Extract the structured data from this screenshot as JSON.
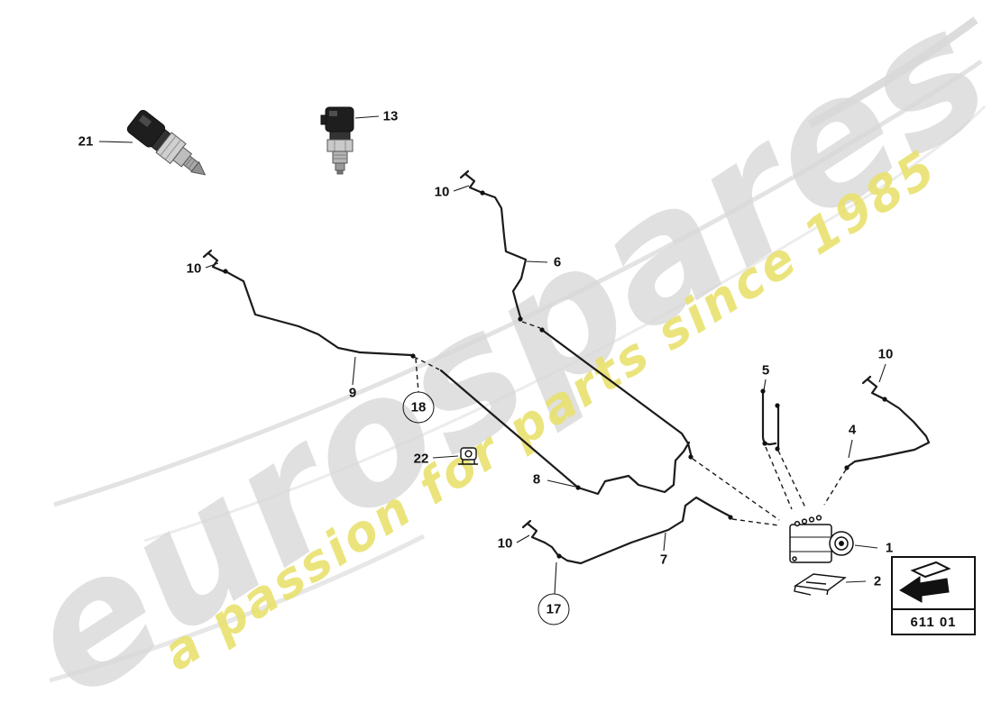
{
  "watermark": {
    "brand": "eurospares",
    "tagline": "a passion for parts since 1985"
  },
  "legend": {
    "code": "611 01",
    "icon": "direction-arrow-icon"
  },
  "labels": [
    {
      "id": "21",
      "text": "21"
    },
    {
      "id": "13",
      "text": "13"
    },
    {
      "id": "10-top",
      "text": "10"
    },
    {
      "id": "6",
      "text": "6"
    },
    {
      "id": "10-left",
      "text": "10"
    },
    {
      "id": "9",
      "text": "9"
    },
    {
      "id": "18",
      "text": "18"
    },
    {
      "id": "22",
      "text": "22"
    },
    {
      "id": "8",
      "text": "8"
    },
    {
      "id": "5",
      "text": "5"
    },
    {
      "id": "4",
      "text": "4"
    },
    {
      "id": "10-right",
      "text": "10"
    },
    {
      "id": "7",
      "text": "7"
    },
    {
      "id": "10-bottom",
      "text": "10"
    },
    {
      "id": "17",
      "text": "17"
    },
    {
      "id": "1",
      "text": "1"
    },
    {
      "id": "2",
      "text": "2"
    }
  ]
}
